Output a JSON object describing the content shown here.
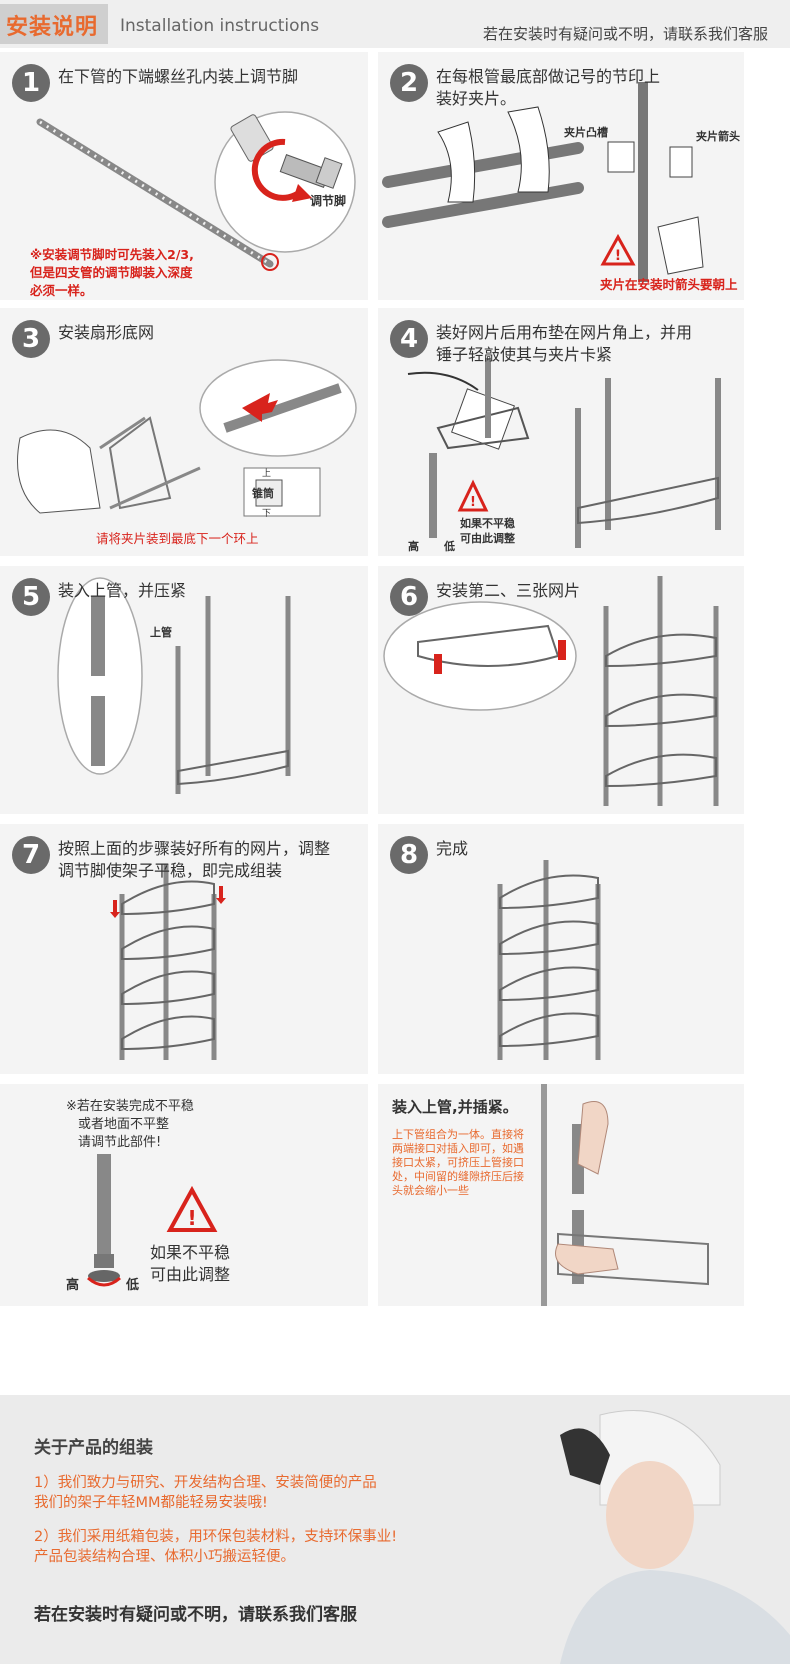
{
  "header": {
    "brand": "安装说明",
    "subtitle": "Installation instructions",
    "contact": "若在安装时有疑问或不明，请联系我们客服"
  },
  "steps": [
    {
      "num": "1",
      "title": "在下管的下端螺丝孔内装上调节脚",
      "label_foot": "调节脚",
      "note_lines": [
        "※安装调节脚时可先装入2/3,",
        "但是四支管的调节脚装入深度",
        "必须一样。"
      ]
    },
    {
      "num": "2",
      "title_lines": [
        "在每根管最底部做记号的节印上",
        "装好夹片。"
      ],
      "label_clip_groove": "夹片凸槽",
      "label_clip_arrow": "夹片箭头",
      "note": "夹片在安装时箭头要朝上"
    },
    {
      "num": "3",
      "title": "安装扇形底网",
      "label_cone": "锥筒",
      "label_top": "上",
      "label_bottom": "下",
      "note": "请将夹片装到最底下一个环上"
    },
    {
      "num": "4",
      "title_lines": [
        "装好网片后用布垫在网片角上，并用",
        "锤子轻敲使其与夹片卡紧"
      ],
      "warn_lines": [
        "如果不平稳",
        "可由此调整"
      ],
      "label_high": "高",
      "label_low": "低"
    },
    {
      "num": "5",
      "title": "装入上管，并压紧",
      "label_upper": "上管"
    },
    {
      "num": "6",
      "title": "安装第二、三张网片"
    },
    {
      "num": "7",
      "title_lines": [
        "按照上面的步骤装好所有的网片，调整",
        "调节脚使架子平稳，即完成组装"
      ]
    },
    {
      "num": "8",
      "title": "完成"
    }
  ],
  "extra_left": {
    "note_lines": [
      "※若在安装完成不平稳",
      "或者地面不平整",
      "请调节此部件!"
    ],
    "warn_lines": [
      "如果不平稳",
      "可由此调整"
    ],
    "label_high": "高",
    "label_low": "低"
  },
  "extra_right": {
    "title": "装入上管,并插紧。",
    "note_lines": [
      "上下管组合为一体。直接将",
      "两端接口对插入即可，如遇",
      "接口太紧，可挤压上管接口",
      "处，中间留的缝隙挤压后接",
      "头就会缩小一些"
    ]
  },
  "footer": {
    "title": "关于产品的组装",
    "p1_lines": [
      "1）我们致力与研究、开发结构合理、安装简便的产品",
      "我们的架子年轻MM都能轻易安装哦!"
    ],
    "p2_lines": [
      "2）我们采用纸箱包装，用环保包装材料，支持环保事业!",
      "产品包装结构合理、体积小巧搬运轻便。"
    ],
    "contact": "若在安装时有疑问或不明，请联系我们客服"
  },
  "colors": {
    "accent": "#e86a2f",
    "warning_red": "#d8231c",
    "panel_bg": "#f4f4f4",
    "badge_gray": "#6a6a6a"
  }
}
